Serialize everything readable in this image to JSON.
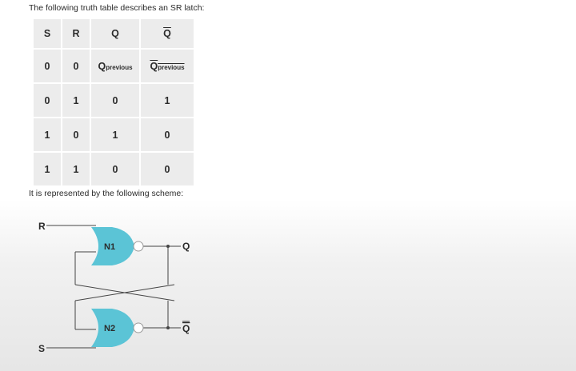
{
  "intro_text": "The following truth table describes an SR latch:",
  "table": {
    "headers": [
      "S",
      "R",
      "Q",
      "Q"
    ],
    "rows": [
      [
        "0",
        "0",
        "Q",
        "Q"
      ],
      [
        "0",
        "1",
        "0",
        "1"
      ],
      [
        "1",
        "0",
        "1",
        "0"
      ],
      [
        "1",
        "1",
        "0",
        "0"
      ]
    ],
    "previous_subscript": "previous"
  },
  "scheme_caption": "It is represented by the following scheme:",
  "diagram": {
    "input_r": "R",
    "input_s": "S",
    "gate_1": "N1",
    "gate_2": "N2",
    "output_q": "Q",
    "output_q_bar": "Q",
    "gate_color": "#5bc4d6"
  }
}
